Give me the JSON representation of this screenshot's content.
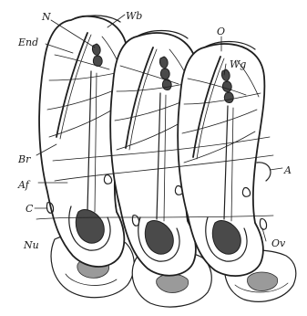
{
  "labels": {
    "N": "N",
    "Wb": "Wb",
    "End": "End",
    "O": "O",
    "Wg": "Wg",
    "Br": "Br",
    "Af": "Af",
    "A": "A",
    "C": "C",
    "Nu": "Nu",
    "Ov": "Ov"
  }
}
